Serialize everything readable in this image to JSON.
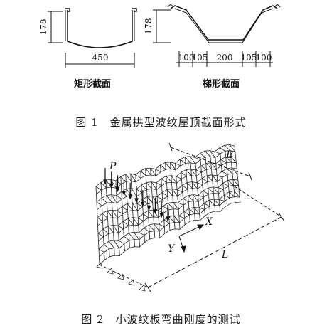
{
  "figure1": {
    "caption": "图 1　金属拱型波纹屋顶截面形式",
    "rect_section": {
      "label": "矩形截面",
      "height": "178",
      "width": "450"
    },
    "trap_section": {
      "label": "梯形截面",
      "height": "178",
      "dims": [
        "100",
        "105",
        "200",
        "105",
        "100"
      ]
    }
  },
  "figure2": {
    "caption": "图 2　小波纹板弯曲刚度的测试",
    "labels": {
      "load": "P",
      "width": "B",
      "length": "L",
      "x_axis": "X",
      "y_axis": "Y"
    }
  }
}
